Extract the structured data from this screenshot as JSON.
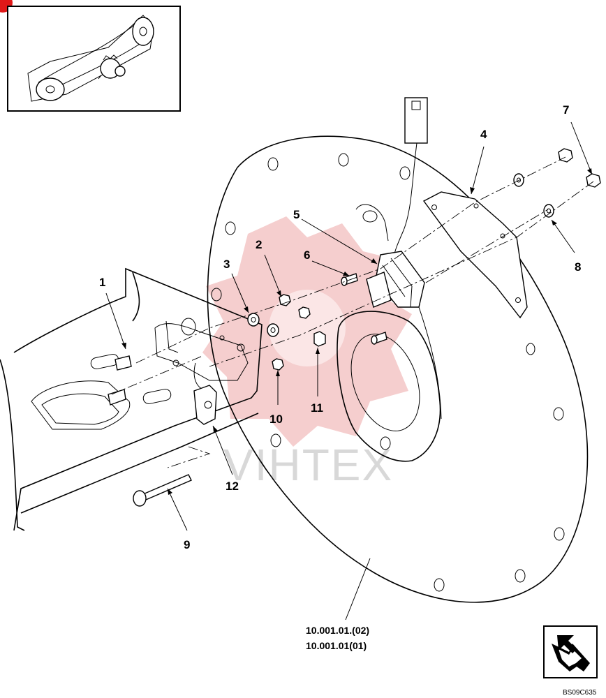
{
  "callouts": {
    "c1": "1",
    "c2": "2",
    "c3": "3",
    "c4": "4",
    "c5": "5",
    "c6": "6",
    "c7": "7",
    "c8": "8",
    "c9": "9",
    "c10": "10",
    "c11": "11",
    "c12": "12"
  },
  "references": [
    "10.001.01.(02)",
    "10.001.01(01)"
  ],
  "watermark": "VIHTEX",
  "drawing_code": "BS09C635",
  "icons": {
    "locator": "belt-drive-thumbnail-icon",
    "navigation": "corner-arrow-icon",
    "badge": "red-corner-badge-icon"
  },
  "colors": {
    "line": "#000000",
    "watermark": "#f3c6c6"
  }
}
